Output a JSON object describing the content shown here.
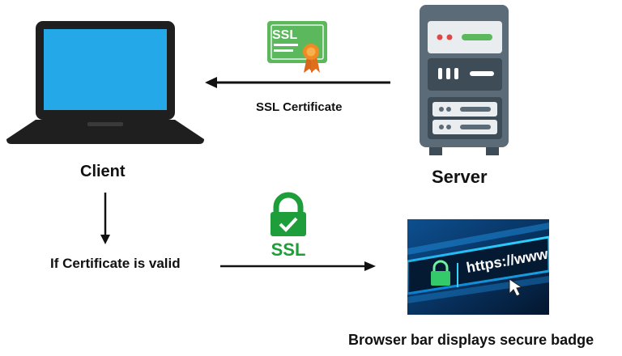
{
  "nodes": {
    "client": {
      "label": "Client",
      "icon": "laptop-icon"
    },
    "server": {
      "label": "Server",
      "icon": "server-rack-icon"
    },
    "certificate": {
      "badge_text": "SSL",
      "icon": "ssl-certificate-icon"
    },
    "ssl_lock": {
      "badge_text": "SSL",
      "icon": "ssl-padlock-icon"
    },
    "browser": {
      "address_text": "https://www",
      "icon": "browser-address-bar-image",
      "caption": "Browser bar displays secure badge"
    }
  },
  "edges": {
    "server_to_client": {
      "label": "SSL Certificate"
    },
    "client_down": {
      "label": ""
    },
    "valid_to_browser": {
      "label": "If Certificate is valid"
    }
  },
  "colors": {
    "laptop_body": "#1f1f1f",
    "laptop_screen": "#24a8e8",
    "server_body": "#5b6b78",
    "server_panel": "#3e4c57",
    "cert_green": "#5cb85c",
    "seal_orange": "#f08a24",
    "ssl_green": "#1e9e3a",
    "browser_blue": "#0a3a6b",
    "arrow": "#111111"
  }
}
